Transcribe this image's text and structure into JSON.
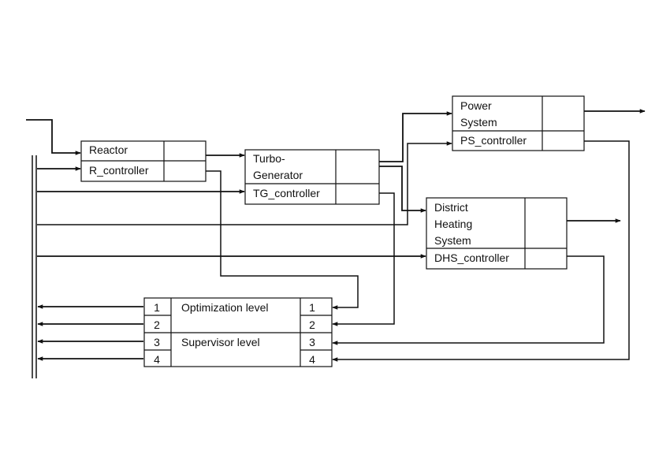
{
  "blocks": {
    "reactor": {
      "title_lines": [
        "Reactor"
      ],
      "controller": "R_controller"
    },
    "turbo_generator": {
      "title_lines": [
        "Turbo-",
        "Generator"
      ],
      "controller": "TG_controller"
    },
    "power_system": {
      "title_lines": [
        "Power",
        "System"
      ],
      "controller": "PS_controller"
    },
    "district_heating": {
      "title_lines": [
        "District",
        "Heating",
        "System"
      ],
      "controller": "DHS_controller"
    }
  },
  "coordination": {
    "optimization_label": "Optimization level",
    "supervisor_label": "Supervisor level",
    "left_ports": [
      "1",
      "2",
      "3",
      "4"
    ],
    "right_ports": [
      "1",
      "2",
      "3",
      "4"
    ]
  },
  "colors": {
    "line": "#111111",
    "background": "#ffffff"
  }
}
